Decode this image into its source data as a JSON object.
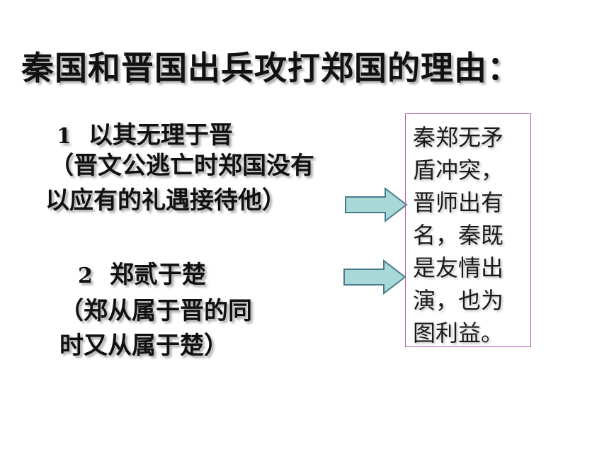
{
  "title": "秦国和晋国出兵攻打郑国的理由：",
  "reasons": [
    {
      "number": "1",
      "heading": "以其无理于晋",
      "line1": "（晋文公逃亡时郑国没有",
      "line2": "以应有的礼遇接待他）"
    },
    {
      "number": "2",
      "heading": "郑贰于楚",
      "line1": "（郑从属于晋的同",
      "line2": "时又从属于楚）"
    }
  ],
  "note": "秦郑无矛盾冲突，晋师出有名，秦既是友情出演，也为图利益。",
  "colors": {
    "arrow_fill": "#a8d8d8",
    "arrow_stroke": "#4a7c8c",
    "note_border": "#b05ab0"
  }
}
